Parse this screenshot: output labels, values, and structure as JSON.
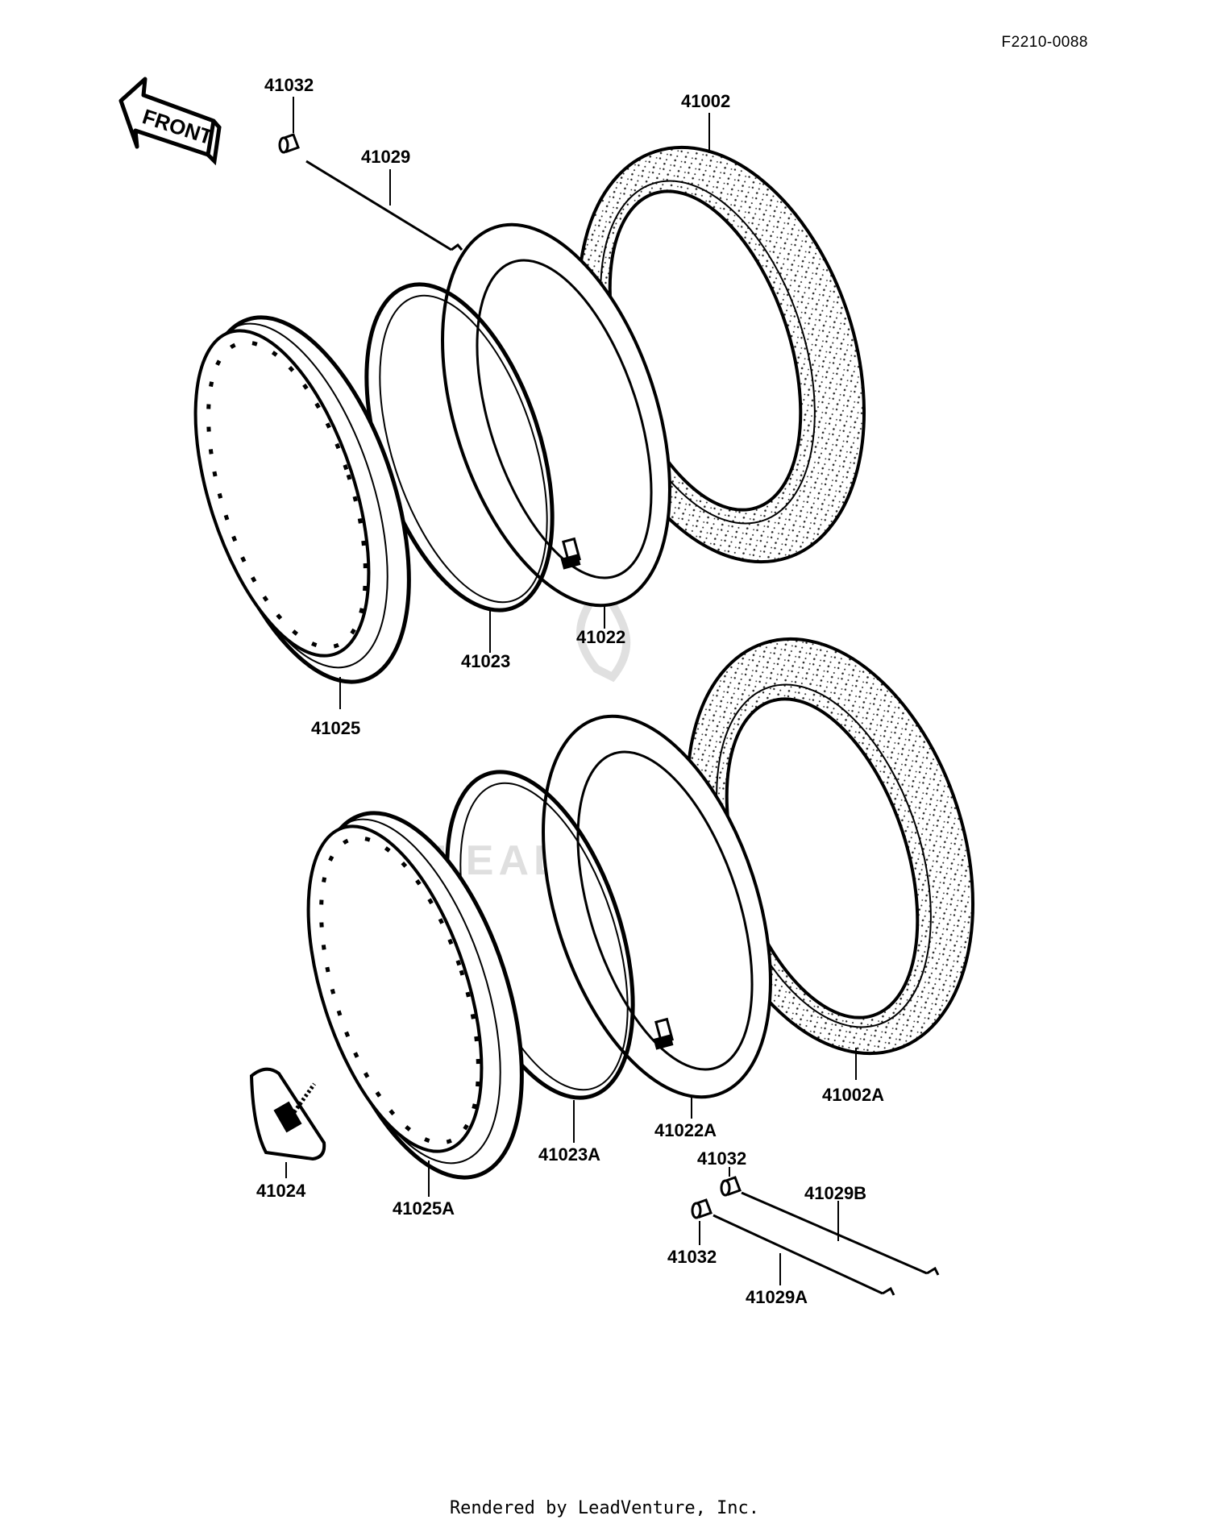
{
  "diagram_code": "F2210-0088",
  "front_label": "FRONT",
  "watermark_text": "LEADVENTURE",
  "footer_text": "Rendered by LeadVenture, Inc.",
  "callouts": {
    "c41032_top": "41032",
    "c41029": "41029",
    "c41002": "41002",
    "c41022": "41022",
    "c41023": "41023",
    "c41025": "41025",
    "c41002a": "41002A",
    "c41022a": "41022A",
    "c41023a": "41023A",
    "c41025a": "41025A",
    "c41024": "41024",
    "c41032_mid": "41032",
    "c41029b": "41029B",
    "c41032_low": "41032",
    "c41029a": "41029A"
  }
}
